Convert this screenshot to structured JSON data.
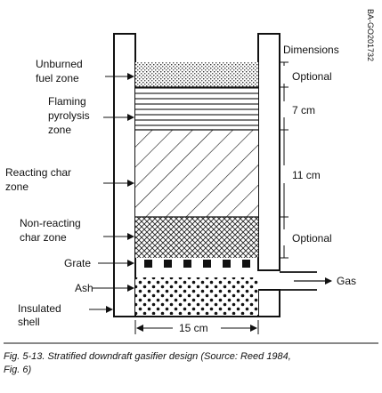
{
  "figure_code": "BA-GO201732",
  "dimensions_heading": "Dimensions",
  "zone_labels": {
    "unburned": [
      "Unburned",
      "fuel zone"
    ],
    "flaming": [
      "Flaming",
      "pyrolysis",
      "zone"
    ],
    "reacting": [
      "Reacting char",
      "zone"
    ],
    "nonreacting": [
      "Non-reacting",
      "char zone"
    ],
    "grate": "Grate",
    "ash": "Ash",
    "shell": [
      "Insulated",
      "shell"
    ]
  },
  "dimension_values": {
    "unburned": "Optional",
    "flaming": "7 cm",
    "reacting": "11 cm",
    "nonreacting": "Optional"
  },
  "gas_label": "Gas",
  "width_label": "15 cm",
  "caption": [
    "Fig. 5-13.  Stratified downdraft gasifier design    (Source: Reed 1984,",
    "Fig. 6)"
  ]
}
